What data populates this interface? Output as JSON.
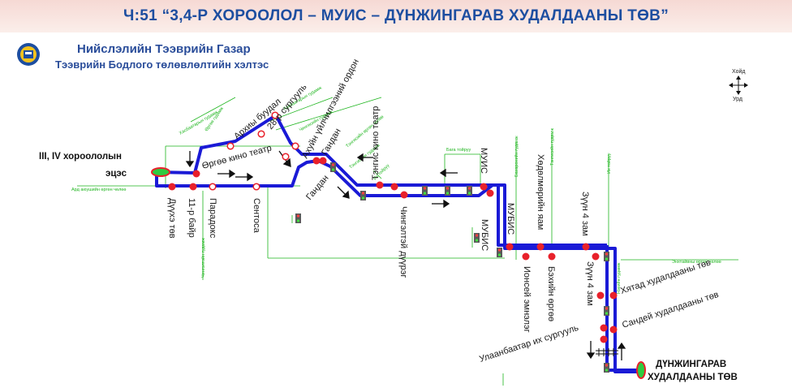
{
  "header": {
    "title": "Ч:51 “3,4-Р ХОРООЛОЛ – МУИС – ДҮНЖИНГАРАВ ХУДАЛДААНЫ ТӨВ”"
  },
  "org": {
    "name": "Нийслэлийн Тээврийн Газар",
    "department": "Тээврийн Бодлого төлөвлөлтийн хэлтэс"
  },
  "compass": {
    "north": "Хойд",
    "south": "Урд"
  },
  "terminals": {
    "start_line1": "III, IV хороололын",
    "start_line2": "эцэс",
    "end_line1": "ДҮНЖИНГАРАВ",
    "end_line2": "ХУДАЛДААНЫ ТӨВ"
  },
  "stops": [
    "Дүүхэ төв",
    "11-р байр",
    "Парадокс",
    "Сентоса",
    "Өргөө кино театр",
    "Архиы буудал",
    "28-р сургууль",
    "Ахуйн үйлчилгээний ордон",
    "Гандан",
    "Гандан",
    "Тэнгис кино театр",
    "Чингэлтэй дүүрэг",
    "МУИС",
    "МУБИС",
    "Хөдөлмөрийн яам",
    "МУБИС",
    "Зүүн 4 зам",
    "Ионсей эмнэлэг",
    "Бэхийн өргөө",
    "Зүүн 4 зам",
    "Хятад худалдааны төв",
    "Сандей худалдааны төв",
    "Улаанбаатар их сургууль"
  ],
  "streets": [
    "Ард аюушийн өргөн чөлөө",
    "Хасбаатарын гудамж",
    "Өргөө гудамж",
    "Хасбаатарын гудамж",
    "Чингисийн гудамж",
    "Тэнгисийн өргөн чөлөө",
    "Бага тойруу",
    "Бахаронийн гудамж",
    "Тэнгисийн гудамж",
    "Их тойруу",
    "Энхтайвны өргөн чөлөө",
    "Чингэлтэйн гудамж",
    "Их тойруу",
    "Нэхийн гудамж",
    "Тэнгисийн гудамж"
  ],
  "colors": {
    "route": "#1a1ad6",
    "stop": "#e8212b",
    "street": "#1eb51e",
    "title": "#1d4ea0",
    "terminal": "#2ecc40"
  }
}
